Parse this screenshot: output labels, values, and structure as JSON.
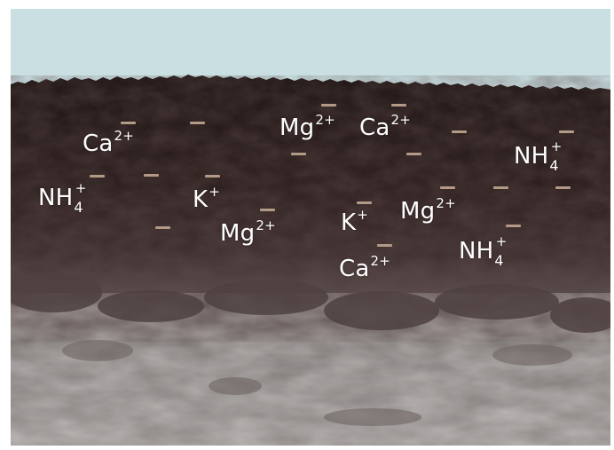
{
  "diagram": {
    "colors": {
      "sky": "#c9dfe2",
      "topsoil": "#241817",
      "midsoil": "#4a3838",
      "subsoil": "#8f8886",
      "charge_mark": "#b39a86",
      "ion_text": "#ffffff"
    },
    "ions": [
      {
        "symbol": "Ca",
        "sub": "",
        "sup": "2+"
      },
      {
        "symbol": "Mg",
        "sub": "",
        "sup": "2+"
      },
      {
        "symbol": "Ca",
        "sub": "",
        "sup": "2+"
      },
      {
        "symbol": "NH",
        "sub": "4",
        "sup": "+"
      },
      {
        "symbol": "NH",
        "sub": "4",
        "sup": "+"
      },
      {
        "symbol": "K",
        "sub": "",
        "sup": "+"
      },
      {
        "symbol": "Mg",
        "sub": "",
        "sup": "2+"
      },
      {
        "symbol": "K",
        "sub": "",
        "sup": "+"
      },
      {
        "symbol": "Mg",
        "sub": "",
        "sup": "2+"
      },
      {
        "symbol": "NH",
        "sub": "4",
        "sup": "+"
      },
      {
        "symbol": "Ca",
        "sub": "",
        "sup": "2+"
      }
    ],
    "negative_charge_count": 19
  }
}
